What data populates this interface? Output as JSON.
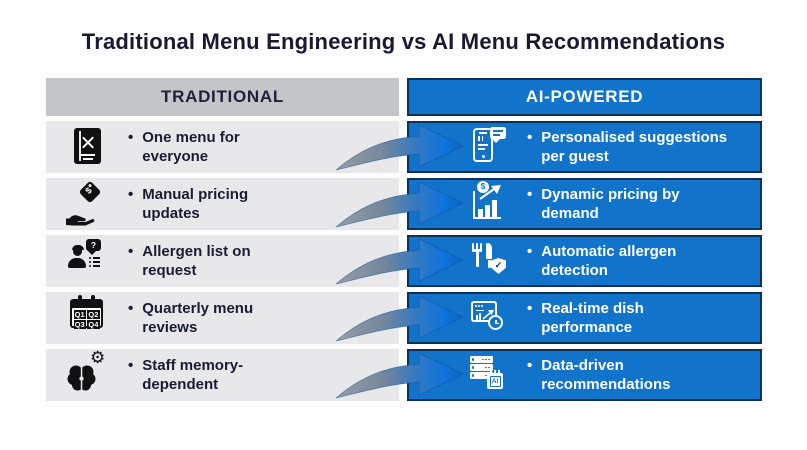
{
  "title": "Traditional Menu Engineering vs AI Menu Recommendations",
  "bullet": "•",
  "colors": {
    "traditional_header_bg": "#c3c5c8",
    "traditional_row_bg": "#e8e8ea",
    "ai_blue": "#1173ca",
    "ai_border": "#0d3055",
    "text_dark": "#1b1b32",
    "text_light": "#ffffff",
    "arrow_tail_gray": "#989da4",
    "arrow_head_blue": "#0f74dc"
  },
  "traditional": {
    "header": "TRADITIONAL",
    "rows": [
      {
        "icon": "menu-icon",
        "text": "One menu for\neveryone"
      },
      {
        "icon": "pricing-hand-icon",
        "text": "Manual pricing\nupdates"
      },
      {
        "icon": "allergen-question-icon",
        "text": "Allergen list on\nrequest"
      },
      {
        "icon": "calendar-quarters-icon",
        "text": "Quarterly menu\nreviews"
      },
      {
        "icon": "brain-gear-icon",
        "text": "Staff memory-\ndependent"
      }
    ]
  },
  "ai": {
    "header": "AI-POWERED",
    "rows": [
      {
        "icon": "phone-suggestions-icon",
        "text": "Personalised suggestions\nper guest"
      },
      {
        "icon": "dynamic-pricing-chart-icon",
        "text": "Dynamic pricing by\ndemand"
      },
      {
        "icon": "allergen-detection-icon",
        "text": "Automatic allergen\ndetection"
      },
      {
        "icon": "dish-performance-icon",
        "text": "Real-time dish\nperformance"
      },
      {
        "icon": "data-server-ai-icon",
        "text": "Data-driven\nrecommendations"
      }
    ]
  },
  "icon_labels": {
    "dollar": "$",
    "question": "?",
    "check": "✓",
    "ai_chip": "AI",
    "gear": "⚙",
    "quarters": [
      "Q1",
      "Q2",
      "Q3",
      "Q4"
    ]
  }
}
